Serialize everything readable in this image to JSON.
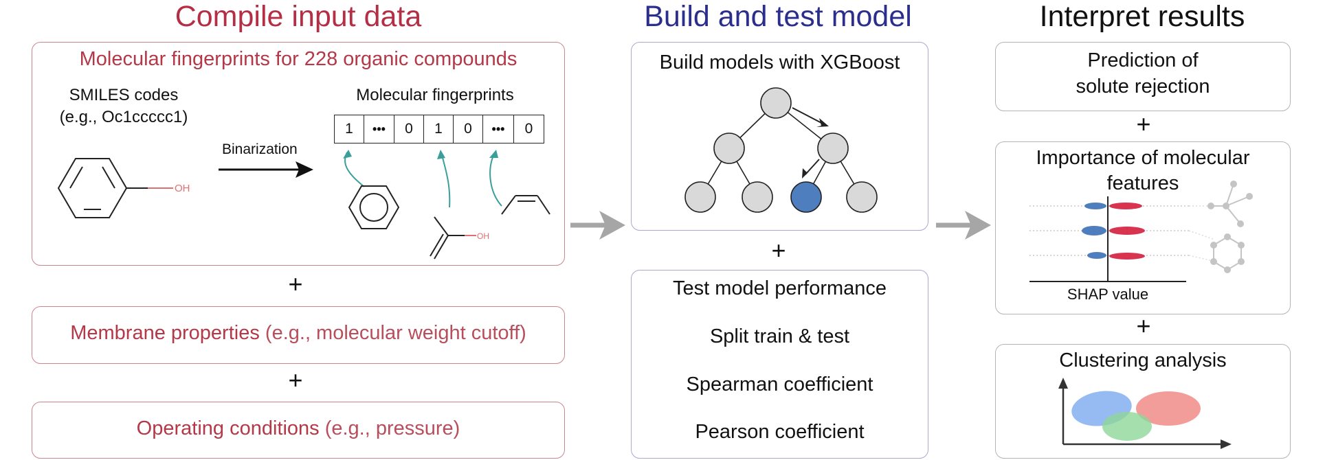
{
  "colors": {
    "red_title": "#b42f45",
    "blue_title": "#2b2e8c",
    "red_border": "#c9868e",
    "blue_border": "#a9a8cf",
    "gray_border": "#b3b3b3",
    "teal_arrow": "#3a9e9b",
    "node_fill": "#d9d9d9",
    "node_highlight": "#4f7ebf",
    "oh_color": "#e0706f"
  },
  "col1": {
    "title": "Compile input data",
    "fingerprint_box": {
      "heading": "Molecular fingerprints for 228 organic compounds",
      "smiles_line1": "SMILES codes",
      "smiles_line2": "(e.g., Oc1ccccc1)",
      "oh_label": "OH",
      "binarization": "Binarization",
      "fp_label": "Molecular fingerprints",
      "fp_cells": [
        "1",
        "•••",
        "0",
        "1",
        "0",
        "•••",
        "0"
      ],
      "oh_label_small": "OH"
    },
    "plus1": "+",
    "membrane_bold": "Membrane properties",
    "membrane_rest": " (e.g., molecular weight cutoff)",
    "plus2": "+",
    "operating_bold": "Operating conditions",
    "operating_rest": " (e.g., pressure)"
  },
  "col2": {
    "title": "Build and test model",
    "xgb_heading": "Build models with XGBoost",
    "plus": "+",
    "test_heading": "Test model performance",
    "test_items": [
      "Split train & test",
      "Spearman coefficient",
      "Pearson coefficient"
    ]
  },
  "col3": {
    "title": "Interpret results",
    "prediction_line1": "Prediction of",
    "prediction_line2": "solute rejection",
    "plus1": "+",
    "importance_line1": "Importance of molecular",
    "importance_line2": "features",
    "shap_label": "SHAP value",
    "plus2": "+",
    "clustering_heading": "Clustering analysis"
  },
  "icons": [
    "right-arrow-icon",
    "benzene-icon",
    "tree-icon",
    "shap-plot-icon",
    "cluster-plot-icon"
  ]
}
